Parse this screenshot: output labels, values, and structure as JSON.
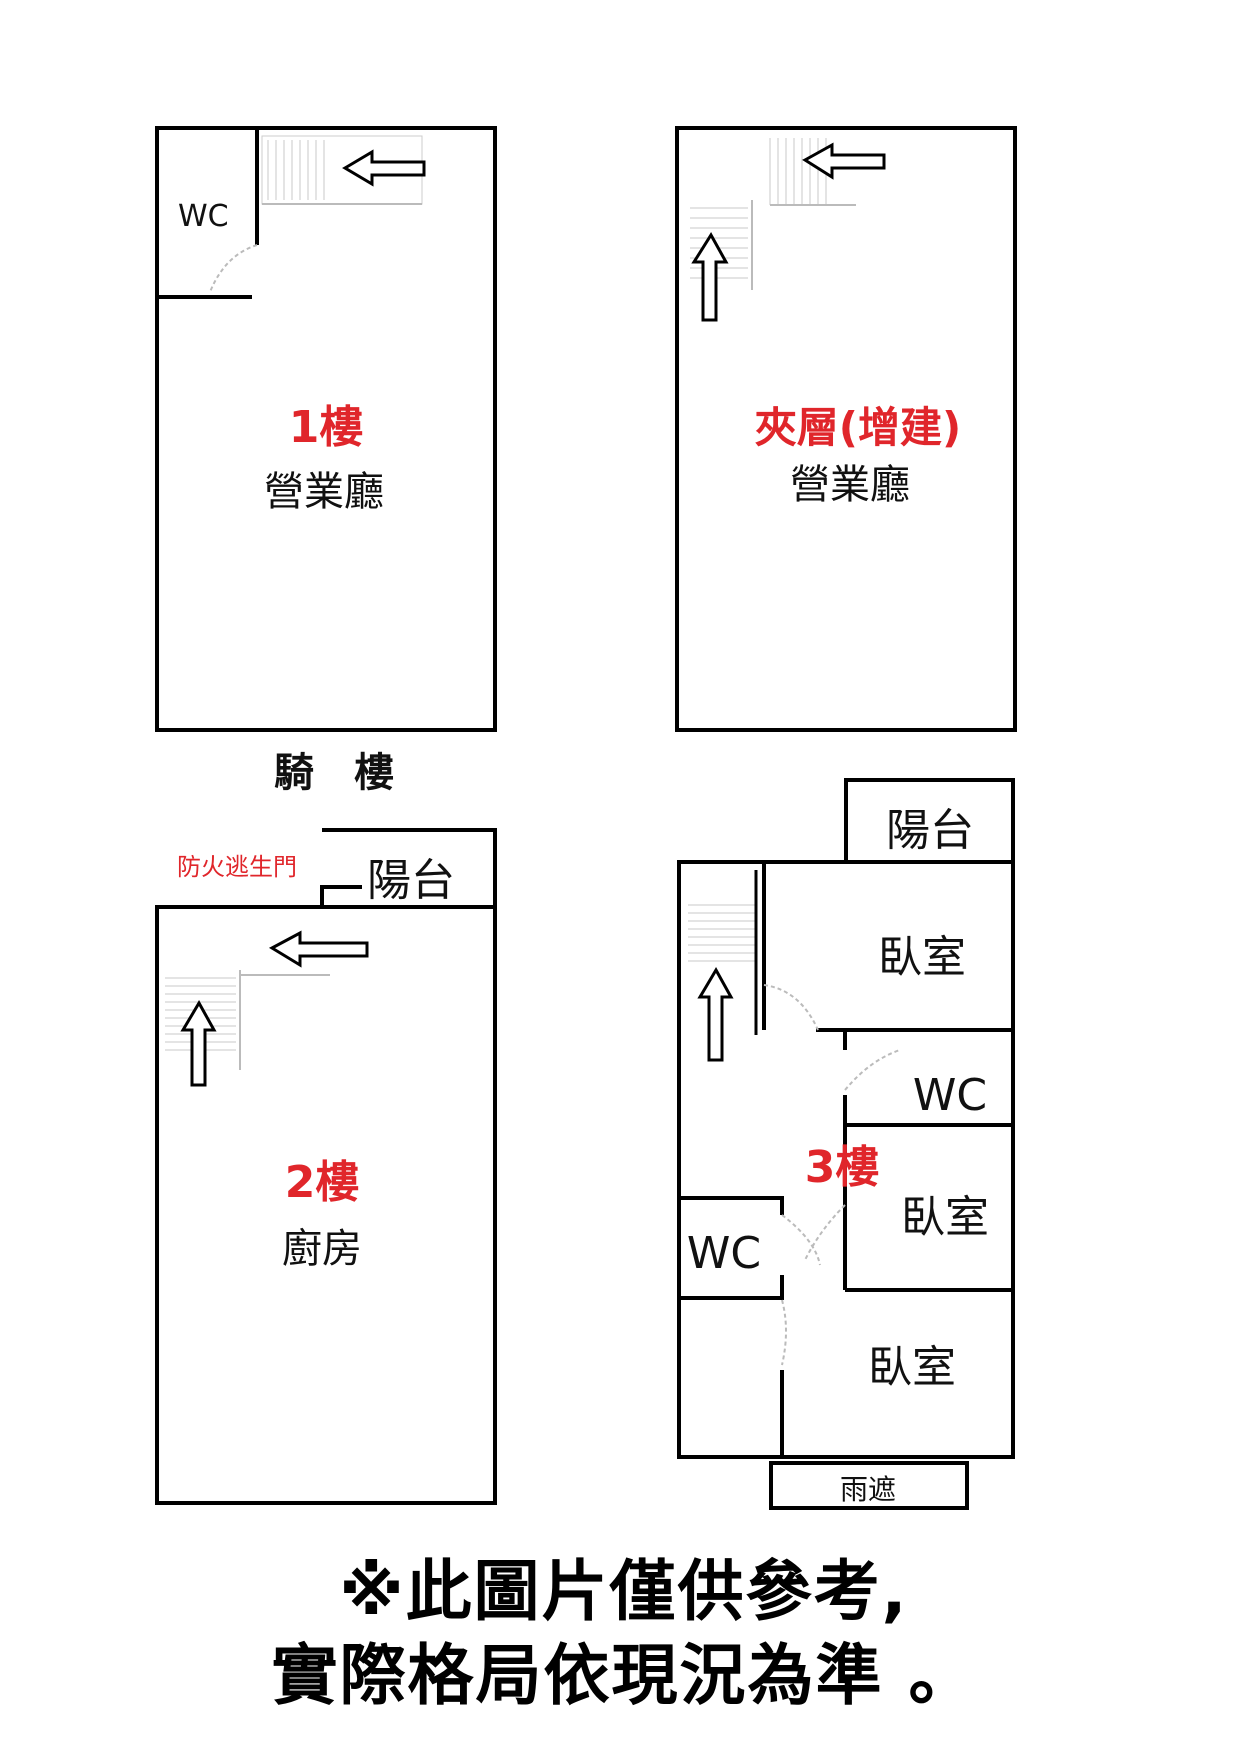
{
  "floors": {
    "f1": {
      "level": "1樓",
      "room": "營業廳",
      "wc": "WC"
    },
    "mezz": {
      "level": "夾層(增建)",
      "room": "營業廳"
    },
    "arcade": "騎　樓",
    "f2": {
      "level": "2樓",
      "room": "廚房",
      "balcony": "陽台",
      "fire_exit": "防火逃生門"
    },
    "f3": {
      "level": "3樓",
      "balcony": "陽台",
      "bedroom_1": "臥室",
      "bedroom_2": "臥室",
      "bedroom_3": "臥室",
      "wc_1": "WC",
      "wc_2": "WC",
      "canopy": "雨遮"
    }
  },
  "note": {
    "line1": "※此圖片僅供參考,",
    "line2": "實際格局依現況為準 。"
  },
  "colors": {
    "wall": "#000000",
    "level_label": "#e0262b",
    "text": "#111111"
  }
}
